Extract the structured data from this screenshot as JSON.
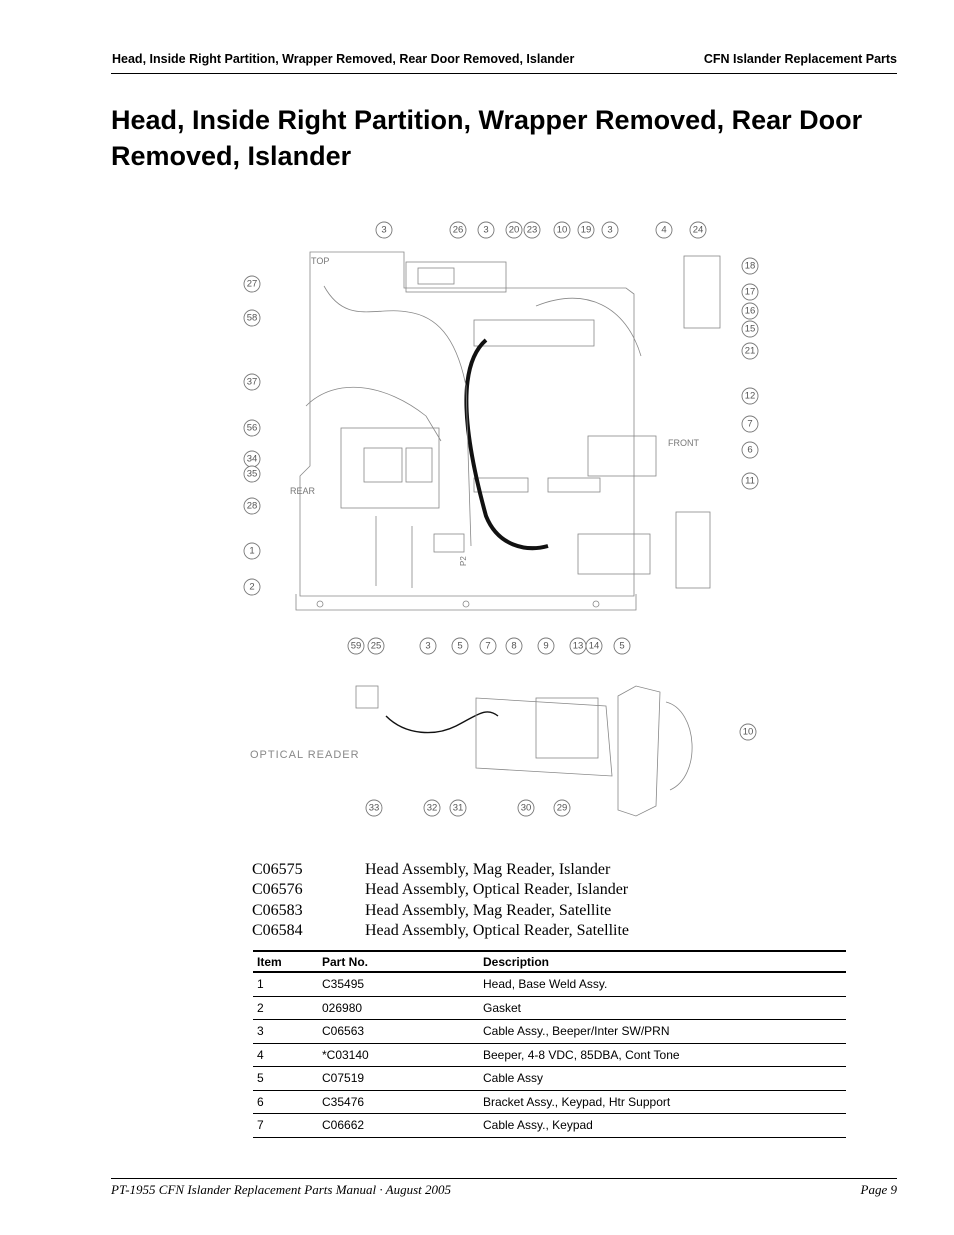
{
  "header": {
    "section": "Head, Inside Right Partition, Wrapper Removed, Rear Door Removed, Islander",
    "manual": "CFN Islander Replacement Parts"
  },
  "title": "Head, Inside Right Partition, Wrapper Removed, Rear Door Removed, Islander",
  "diagram": {
    "labels": {
      "top": "TOP",
      "rear": "REAR",
      "front": "FRONT",
      "p2": "P2",
      "optical_reader": "OPTICAL READER"
    },
    "main_callouts": [
      "3",
      "26",
      "3",
      "20",
      "23",
      "10",
      "19",
      "3",
      "4",
      "24",
      "27",
      "18",
      "17",
      "16",
      "15",
      "21",
      "58",
      "37",
      "12",
      "7",
      "56",
      "6",
      "34",
      "35",
      "11",
      "28",
      "1",
      "2",
      "59",
      "25",
      "3",
      "5",
      "7",
      "8",
      "9",
      "13",
      "14",
      "5"
    ],
    "optical_callouts": [
      "33",
      "32",
      "31",
      "30",
      "29",
      "10"
    ]
  },
  "assemblies": [
    {
      "part_no": "C06575",
      "description": "Head Assembly, Mag Reader, Islander"
    },
    {
      "part_no": "C06576",
      "description": "Head Assembly, Optical Reader, Islander"
    },
    {
      "part_no": "C06583",
      "description": "Head Assembly, Mag Reader, Satellite"
    },
    {
      "part_no": "C06584",
      "description": "Head Assembly, Optical Reader, Satellite"
    }
  ],
  "parts_table": {
    "columns": [
      "Item",
      "Part No.",
      "Description"
    ],
    "rows": [
      [
        "1",
        "C35495",
        "Head, Base Weld Assy."
      ],
      [
        "2",
        "026980",
        "Gasket"
      ],
      [
        "3",
        "C06563",
        "Cable Assy., Beeper/Inter SW/PRN"
      ],
      [
        "4",
        "*C03140",
        "Beeper, 4-8 VDC, 85DBA, Cont Tone"
      ],
      [
        "5",
        "C07519",
        "Cable Assy"
      ],
      [
        "6",
        "C35476",
        "Bracket Assy., Keypad, Htr Support"
      ],
      [
        "7",
        "C06662",
        "Cable Assy., Keypad"
      ]
    ]
  },
  "footer": {
    "left": "PT-1955 CFN Islander Replacement Parts Manual · August 2005",
    "right": "Page 9"
  }
}
